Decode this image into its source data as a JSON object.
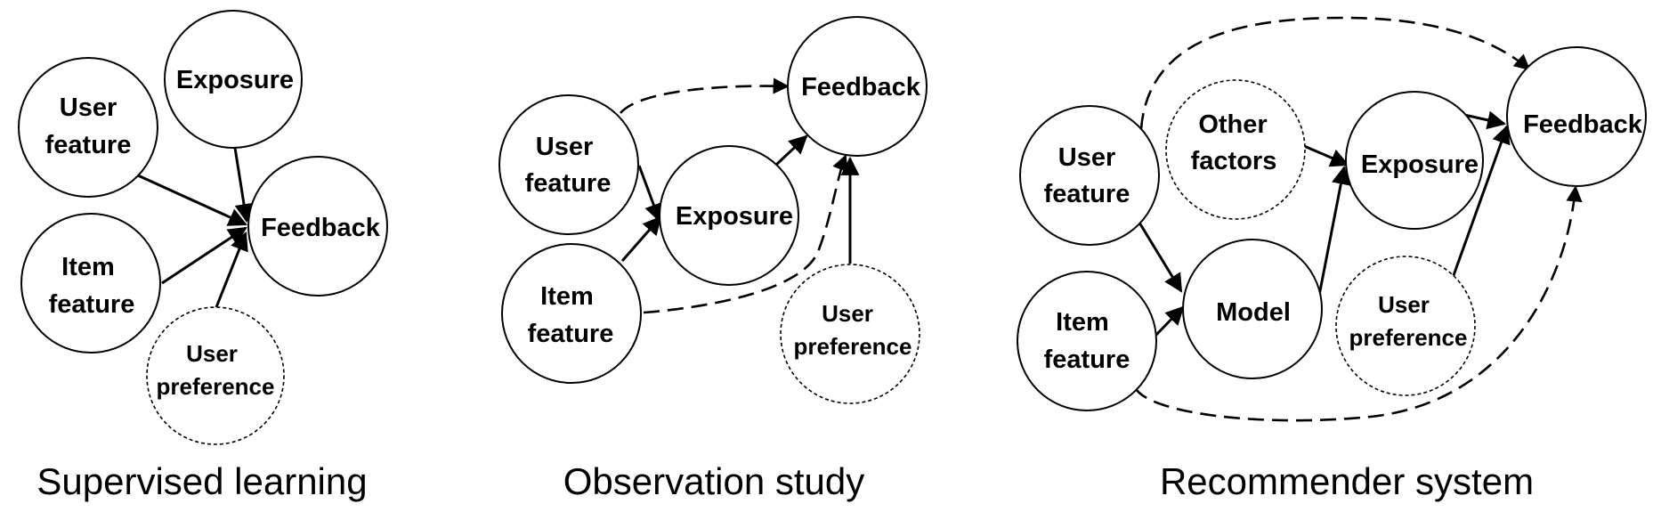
{
  "panels": [
    {
      "caption": "Supervised learning",
      "nodes": {
        "user_feature": [
          "User",
          "feature"
        ],
        "item_feature": [
          "Item",
          "feature"
        ],
        "exposure": [
          "Exposure"
        ],
        "feedback": [
          "Feedback"
        ],
        "user_preference": [
          "User",
          "preference"
        ]
      }
    },
    {
      "caption": "Observation study",
      "nodes": {
        "user_feature": [
          "User",
          "feature"
        ],
        "item_feature": [
          "Item",
          "feature"
        ],
        "exposure": [
          "Exposure"
        ],
        "feedback": [
          "Feedback"
        ],
        "user_preference": [
          "User",
          "preference"
        ]
      }
    },
    {
      "caption": "Recommender system",
      "nodes": {
        "user_feature": [
          "User",
          "feature"
        ],
        "item_feature": [
          "Item",
          "feature"
        ],
        "other_factors": [
          "Other",
          "factors"
        ],
        "model": [
          "Model"
        ],
        "exposure": [
          "Exposure"
        ],
        "feedback": [
          "Feedback"
        ],
        "user_preference": [
          "User",
          "preference"
        ]
      }
    }
  ]
}
